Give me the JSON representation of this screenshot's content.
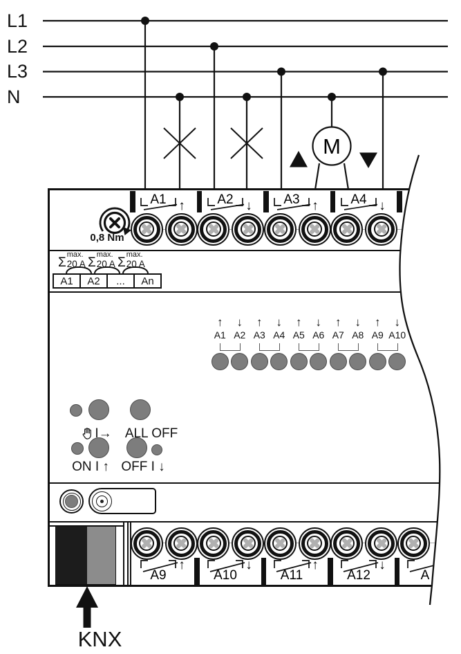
{
  "power_rails": {
    "labels": [
      "L1",
      "L2",
      "L3",
      "N"
    ]
  },
  "motor_label": "M",
  "knx_label": "KNX",
  "device": {
    "torque": "0,8 Nm",
    "top_terminals": [
      {
        "label": "A1",
        "arrow": "↑"
      },
      {
        "label": "A2",
        "arrow": "↓"
      },
      {
        "label": "A3",
        "arrow": "↑"
      },
      {
        "label": "A4",
        "arrow": "↓"
      }
    ],
    "sum_current": {
      "sigma": "Σ",
      "sup": "max.",
      "amps": "20 A"
    },
    "channel_boxes": [
      "A1",
      "A2",
      "...",
      "An"
    ],
    "led_pairs": [
      {
        "a_label": "A1",
        "a_arrow": "↑",
        "b_label": "A2",
        "b_arrow": "↓"
      },
      {
        "a_label": "A3",
        "a_arrow": "↑",
        "b_label": "A4",
        "b_arrow": "↓"
      },
      {
        "a_label": "A5",
        "a_arrow": "↑",
        "b_label": "A6",
        "b_arrow": "↓"
      },
      {
        "a_label": "A7",
        "a_arrow": "↑",
        "b_label": "A8",
        "b_arrow": "↓"
      },
      {
        "a_label": "A9",
        "a_arrow": "↑",
        "b_label": "A10",
        "b_arrow": "↓"
      }
    ],
    "buttons": {
      "manual": "I→",
      "all_off": "ALL OFF",
      "on": "ON I ↑",
      "off": "OFF I ↓"
    },
    "bottom_terminals": [
      {
        "label": "A9",
        "arrow": "↑"
      },
      {
        "label": "A10",
        "arrow": "↓"
      },
      {
        "label": "A11",
        "arrow": "↑"
      },
      {
        "label": "A12",
        "arrow": "↓"
      },
      {
        "label": "A",
        "arrow": ""
      }
    ]
  },
  "colors": {
    "ink": "#111111",
    "led_gray": "#7d7d7d",
    "screw_cross": "#b0b0b0",
    "connector_black": "#1c1c1c",
    "connector_gray": "#8c8c8c"
  }
}
